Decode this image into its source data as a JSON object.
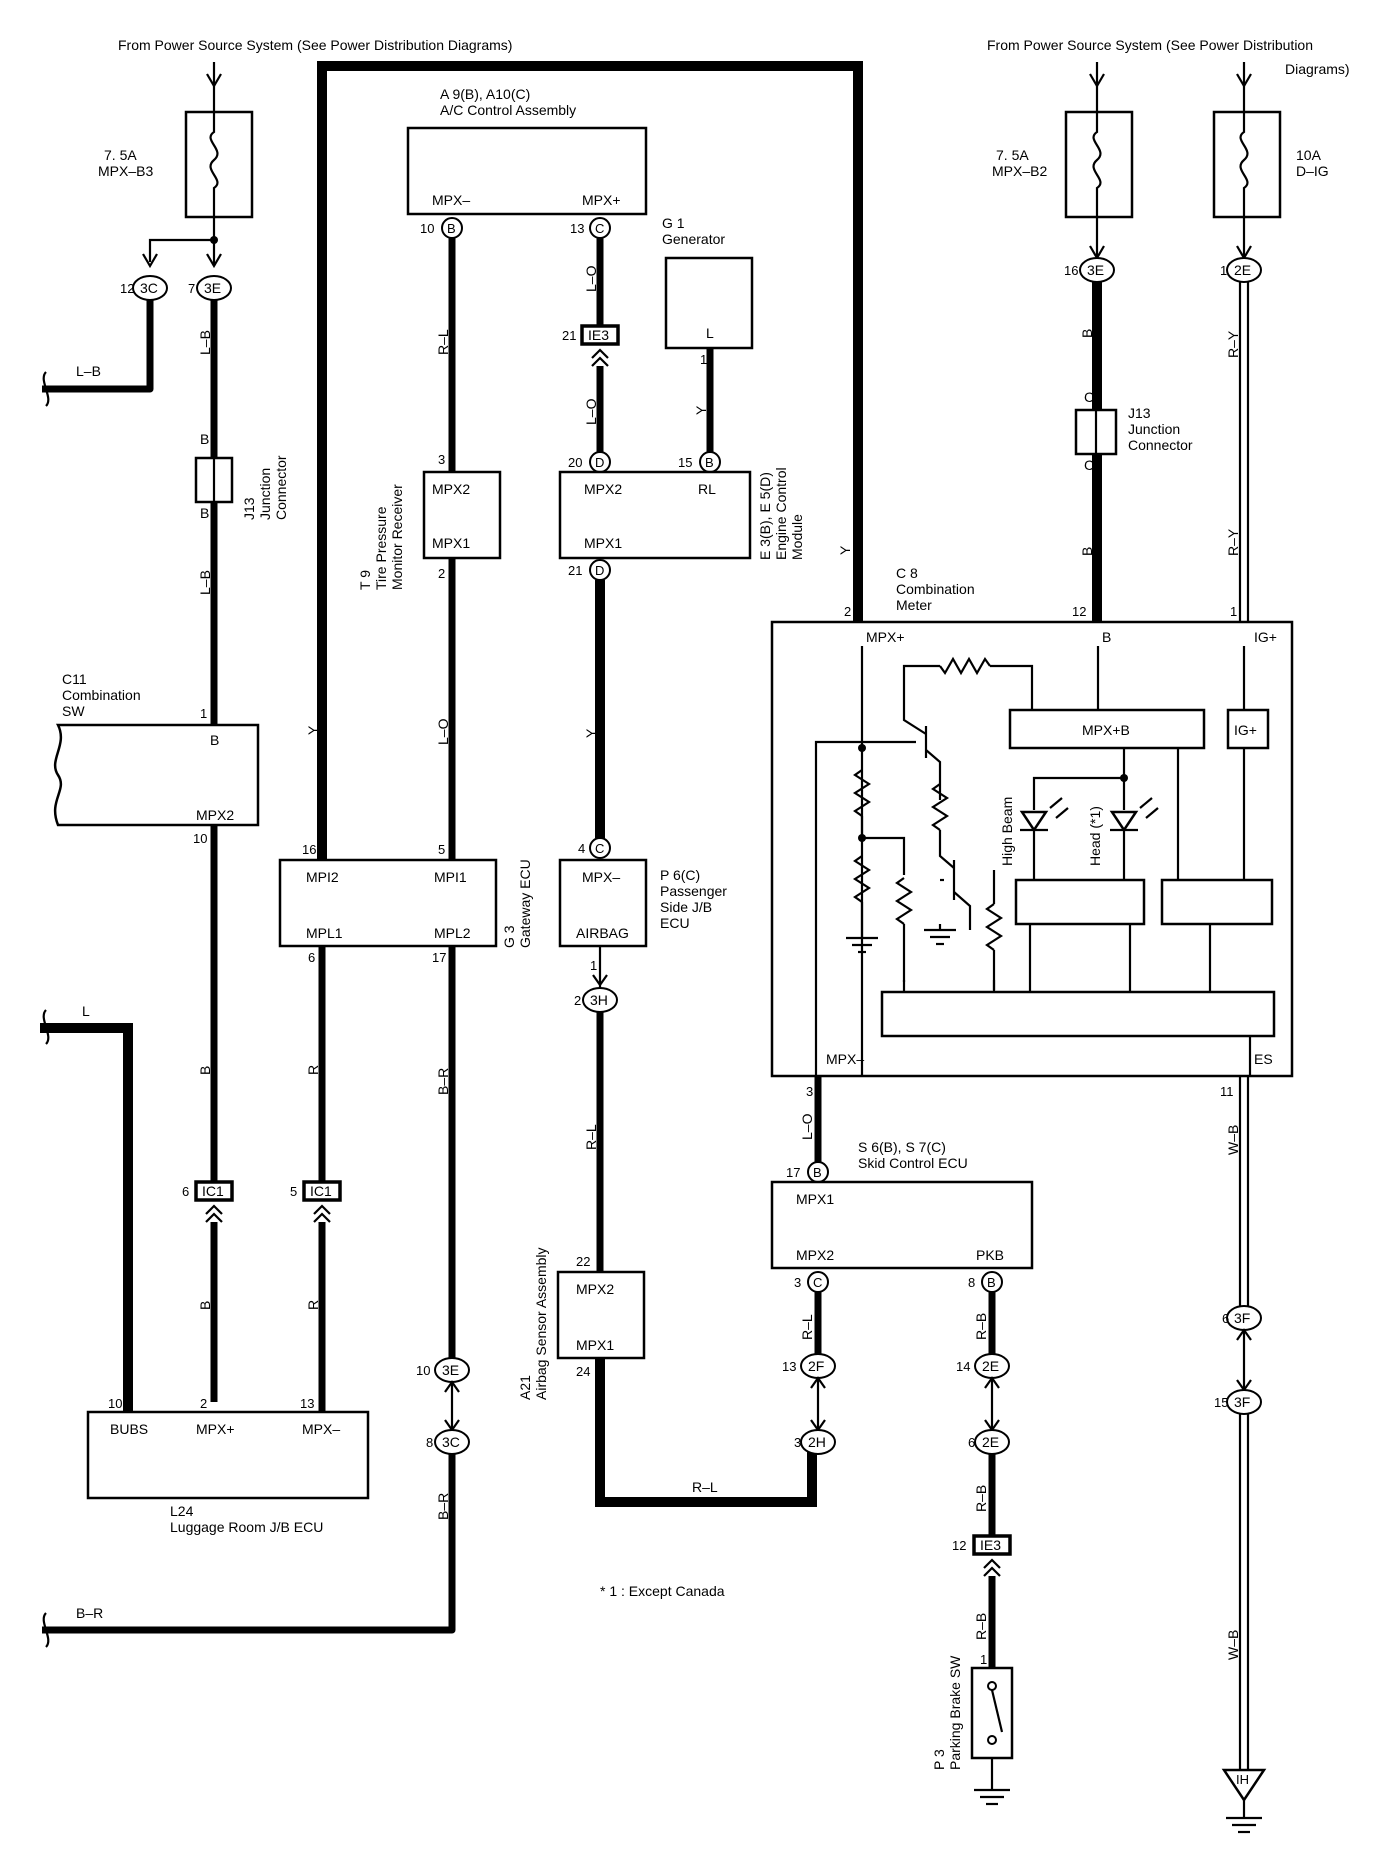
{
  "header": {
    "source_left": "From Power Source System (See  Power Distribution Diagrams)",
    "source_right": "From Power Source System  (See  Power Distribution",
    "source_right_2": "Diagrams)"
  },
  "fuses": {
    "f1": {
      "rating": "7. 5A",
      "name": "MPX–B3"
    },
    "f2": {
      "rating": "7. 5A",
      "name": "MPX–B2"
    },
    "f3": {
      "rating": "10A",
      "name": "D–IG"
    }
  },
  "connectors": {
    "c3C_a": "3C",
    "c3E_a": "3E",
    "c3E_b": "3E",
    "c2E_a": "2E",
    "ie3_a": "IE3",
    "ie3_b": "IE3",
    "ic1_a": "IC1",
    "ic1_b": "IC1",
    "c3H": "3H",
    "c3E_c": "3E",
    "c3C_b": "3C",
    "c2F": "2F",
    "c2H": "2H",
    "c2E_b": "2E",
    "c2E_c": "2E",
    "c3F_a": "3F",
    "c3F_b": "3F",
    "B": "B",
    "C": "C",
    "D": "D",
    "IH": "IH"
  },
  "components": {
    "ac": {
      "id": "A 9(B), A10(C)",
      "name": "A/C Control Assembly",
      "pin1": "MPX–",
      "pin2": "MPX+"
    },
    "gen": {
      "id": "G 1",
      "name": "Generator",
      "pin": "L"
    },
    "tire": {
      "id": "T 9",
      "name1": "Tire Pressure",
      "name2": "Monitor Receiver",
      "pin1": "MPX2",
      "pin2": "MPX1"
    },
    "ecm": {
      "id": "E 3(B), E 5(D)",
      "name1": "Engine Control",
      "name2": "Module",
      "pin1": "MPX2",
      "pin2": "RL",
      "pin3": "MPX1"
    },
    "j13a": {
      "id": "J13",
      "name1": "Junction",
      "name2": "Connector"
    },
    "j13b": {
      "id": "J13",
      "name1": "Junction",
      "name2": "Connector"
    },
    "combsw": {
      "id": "C11",
      "name1": "Combination",
      "name2": "SW",
      "pin1": "B",
      "pin2": "MPX2"
    },
    "gateway": {
      "id": "G 3",
      "name": "Gateway ECU",
      "p1": "MPI2",
      "p2": "MPI1",
      "p3": "MPL1",
      "p4": "MPL2"
    },
    "pass": {
      "id": "P 6(C)",
      "name1": "Passenger",
      "name2": "Side J/B",
      "name3": "ECU",
      "p1": "MPX–",
      "p2": "AIRBAG"
    },
    "meter": {
      "id": "C 8",
      "name1": "Combination",
      "name2": "Meter",
      "p1": "MPX+",
      "p2": "B",
      "p3": "IG+",
      "p4": "MPX+B",
      "p5": "IG+",
      "p6": "High Beam",
      "p7": "Head (*1)",
      "p8": "MPX–",
      "p9": "ES"
    },
    "skid": {
      "id": "S 6(B), S 7(C)",
      "name": "Skid Control ECU",
      "p1": "MPX1",
      "p2": "MPX2",
      "p3": "PKB"
    },
    "airbag": {
      "id": "A21",
      "name": "Airbag Sensor Assembly",
      "p1": "MPX2",
      "p2": "MPX1"
    },
    "lugg": {
      "id": "L24",
      "name": "Luggage Room J/B ECU",
      "p1": "BUBS",
      "p2": "MPX+",
      "p3": "MPX–"
    },
    "park": {
      "id": "P 3",
      "name": "Parking Brake SW"
    }
  },
  "wire_colors": {
    "LB": "L–B",
    "B": "B",
    "L": "L",
    "BR": "B–R",
    "RL": "R–L",
    "LO": "L–O",
    "Y": "Y",
    "R": "R",
    "RY": "R–Y",
    "RB": "R–B",
    "WB": "W–B"
  },
  "pins": {
    "n1": "1",
    "n2": "2",
    "n3": "3",
    "n4": "4",
    "n5": "5",
    "n6": "6",
    "n7": "7",
    "n8": "8",
    "n10": "10",
    "n11": "11",
    "n12": "12",
    "n13": "13",
    "n14": "14",
    "n15": "15",
    "n16": "16",
    "n17": "17",
    "n20": "20",
    "n21": "21",
    "n22": "22",
    "n24": "24"
  },
  "footnote": "* 1 : Except Canada"
}
